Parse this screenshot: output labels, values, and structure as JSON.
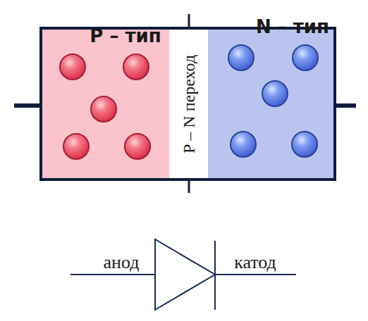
{
  "diagram": {
    "nodes": [
      {
        "text": [
          "P – тип"
        ]
      },
      {
        "text": [
          "+"
        ],
        "in": 0
      },
      {
        "text": [
          "+"
        ],
        "in": 0
      },
      {
        "text": [
          "+"
        ],
        "in": 0
      },
      {
        "text": [
          "+"
        ],
        "in": 0
      },
      {
        "text": [
          "+"
        ],
        "in": 0
      },
      {
        "text": [
          "P – N переход"
        ]
      },
      {
        "text": [
          "N – тип"
        ]
      },
      {
        "text": [
          "−"
        ],
        "in": 7
      },
      {
        "text": [
          "−"
        ],
        "in": 7
      },
      {
        "text": [
          "−"
        ],
        "in": 7
      },
      {
        "text": [
          "−"
        ],
        "in": 7
      },
      {
        "text": [
          "−"
        ],
        "in": 7
      }
    ],
    "labels": [
      "анод",
      "катод"
    ]
  }
}
